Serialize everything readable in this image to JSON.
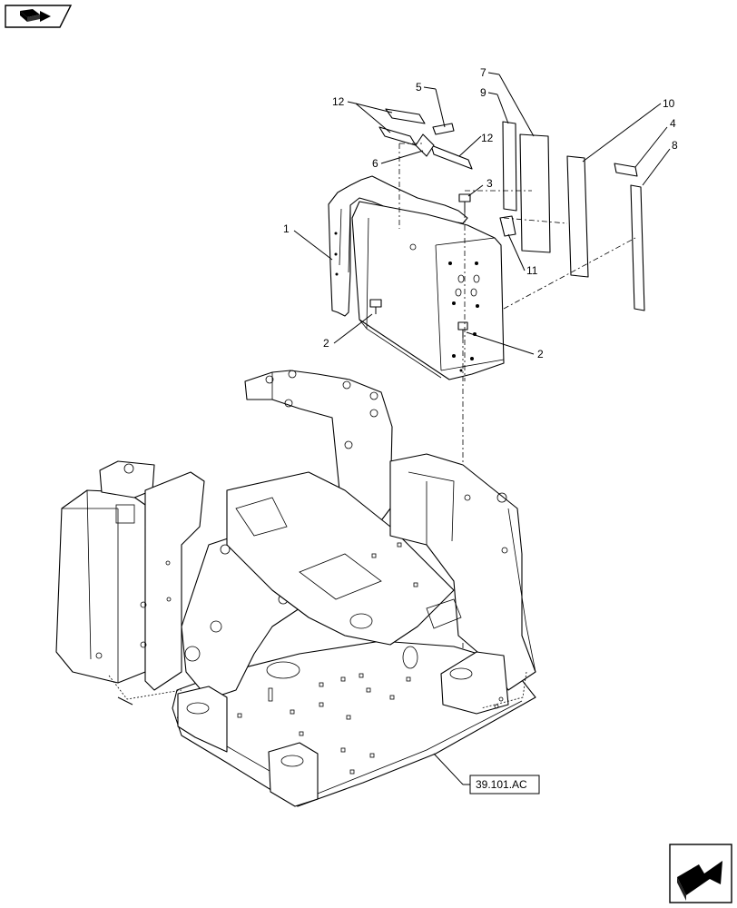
{
  "callouts": {
    "c1": "1",
    "c2a": "2",
    "c2b": "2",
    "c3": "3",
    "c4": "4",
    "c5": "5",
    "c6": "6",
    "c7": "7",
    "c8": "8",
    "c9": "9",
    "c10": "10",
    "c11": "11",
    "c12a": "12",
    "c12b": "12"
  },
  "reference": {
    "label": "39.101.AC"
  },
  "icons": {
    "top_left": "catalog-book-icon",
    "bottom_right": "next-page-arrow-icon"
  }
}
